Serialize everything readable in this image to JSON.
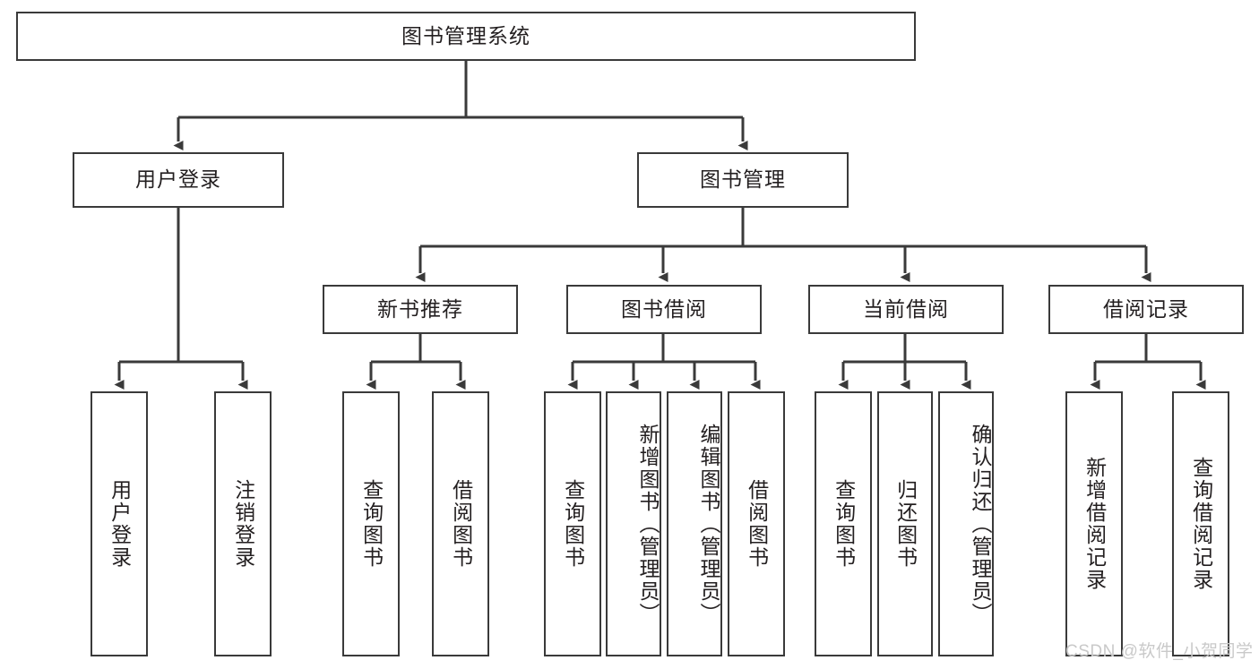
{
  "diagram": {
    "title": "图书管理系统",
    "type": "tree",
    "orientation": "top-down",
    "style": {
      "box_fill": "#ffffff",
      "box_stroke": "#3a3a3a",
      "connector_stroke": "#3a3a3a",
      "text_color": "#231f20",
      "background": "#ffffff"
    },
    "root": {
      "id": "root",
      "label": "图书管理系统",
      "text_direction": "horizontal"
    },
    "level2": [
      {
        "id": "user-login",
        "label": "用户登录",
        "text_direction": "horizontal"
      },
      {
        "id": "book-manage",
        "label": "图书管理",
        "text_direction": "horizontal"
      }
    ],
    "level3": [
      {
        "id": "new-book-recommend",
        "label": "新书推荐",
        "text_direction": "horizontal",
        "parent": "book-manage"
      },
      {
        "id": "book-borrow",
        "label": "图书借阅",
        "text_direction": "horizontal",
        "parent": "book-manage"
      },
      {
        "id": "current-borrow",
        "label": "当前借阅",
        "text_direction": "horizontal",
        "parent": "book-manage"
      },
      {
        "id": "borrow-record",
        "label": "借阅记录",
        "text_direction": "horizontal",
        "parent": "book-manage"
      }
    ],
    "leaves": [
      {
        "id": "leaf-user-login",
        "label": "用户登录",
        "text_direction": "vertical",
        "parent": "user-login"
      },
      {
        "id": "leaf-logout",
        "label": "注销登录",
        "text_direction": "vertical",
        "parent": "user-login"
      },
      {
        "id": "leaf-query-book-1",
        "label": "查询图书",
        "text_direction": "vertical",
        "parent": "new-book-recommend"
      },
      {
        "id": "leaf-borrow-book-1",
        "label": "借阅图书",
        "text_direction": "vertical",
        "parent": "new-book-recommend"
      },
      {
        "id": "leaf-query-book-2",
        "label": "查询图书",
        "text_direction": "vertical",
        "parent": "book-borrow"
      },
      {
        "id": "leaf-add-book",
        "label": "新增图书（管理员）",
        "text_direction": "vertical",
        "parent": "book-borrow"
      },
      {
        "id": "leaf-edit-book",
        "label": "编辑图书（管理员）",
        "text_direction": "vertical",
        "parent": "book-borrow"
      },
      {
        "id": "leaf-borrow-book-2",
        "label": "借阅图书",
        "text_direction": "vertical",
        "parent": "book-borrow"
      },
      {
        "id": "leaf-query-book-3",
        "label": "查询图书",
        "text_direction": "vertical",
        "parent": "current-borrow"
      },
      {
        "id": "leaf-return-book",
        "label": "归还图书",
        "text_direction": "vertical",
        "parent": "current-borrow"
      },
      {
        "id": "leaf-confirm-return",
        "label": "确认归还（管理员）",
        "text_direction": "vertical",
        "parent": "current-borrow"
      },
      {
        "id": "leaf-add-record",
        "label": "新增借阅记录",
        "text_direction": "vertical",
        "parent": "borrow-record"
      },
      {
        "id": "leaf-query-record",
        "label": "查询借阅记录",
        "text_direction": "vertical",
        "parent": "borrow-record"
      }
    ]
  },
  "watermark": {
    "text": "CSDN @软件_小贺同学"
  }
}
